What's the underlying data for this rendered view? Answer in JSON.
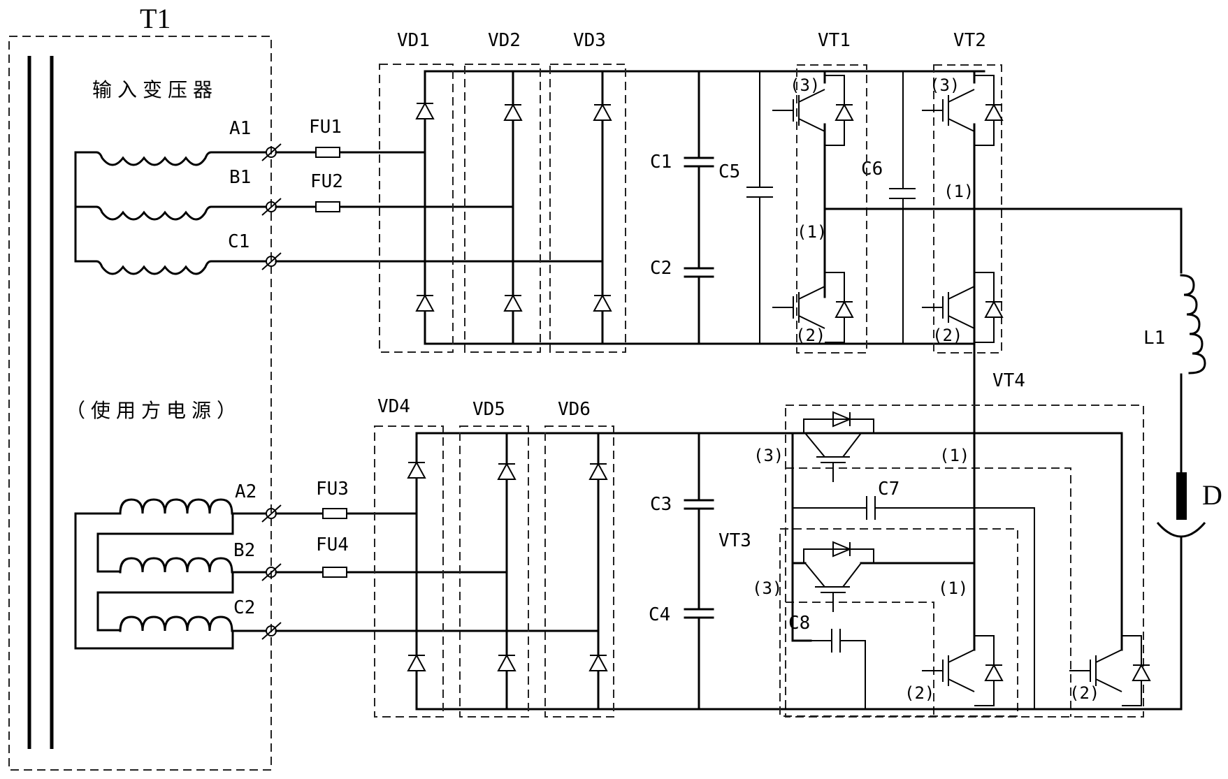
{
  "diagram": {
    "type": "circuit-schematic",
    "background": "#ffffff",
    "line_color": "#000000"
  },
  "transformer": {
    "label": "T1",
    "primary_title": "输入变压器",
    "secondary_title": "（使用方电源）",
    "winding_group_1": [
      "A1",
      "B1",
      "C1"
    ],
    "winding_group_2": [
      "A2",
      "B2",
      "C2"
    ]
  },
  "fuses": [
    "FU1",
    "FU2",
    "FU3",
    "FU4"
  ],
  "rectifiers_upper": [
    "VD1",
    "VD2",
    "VD3"
  ],
  "rectifiers_lower": [
    "VD4",
    "VD5",
    "VD6"
  ],
  "capacitors": {
    "c1": "C1",
    "c2": "C2",
    "c3": "C3",
    "c4": "C4",
    "c5": "C5",
    "c6": "C6",
    "c7": "C7",
    "c8": "C8"
  },
  "switches": {
    "vt1": "VT1",
    "vt2": "VT2",
    "vt3": "VT3",
    "vt4": "VT4"
  },
  "pins": {
    "p1": "(1)",
    "p2": "(2)",
    "p3": "(3)"
  },
  "inductor": "L1",
  "load": "D"
}
